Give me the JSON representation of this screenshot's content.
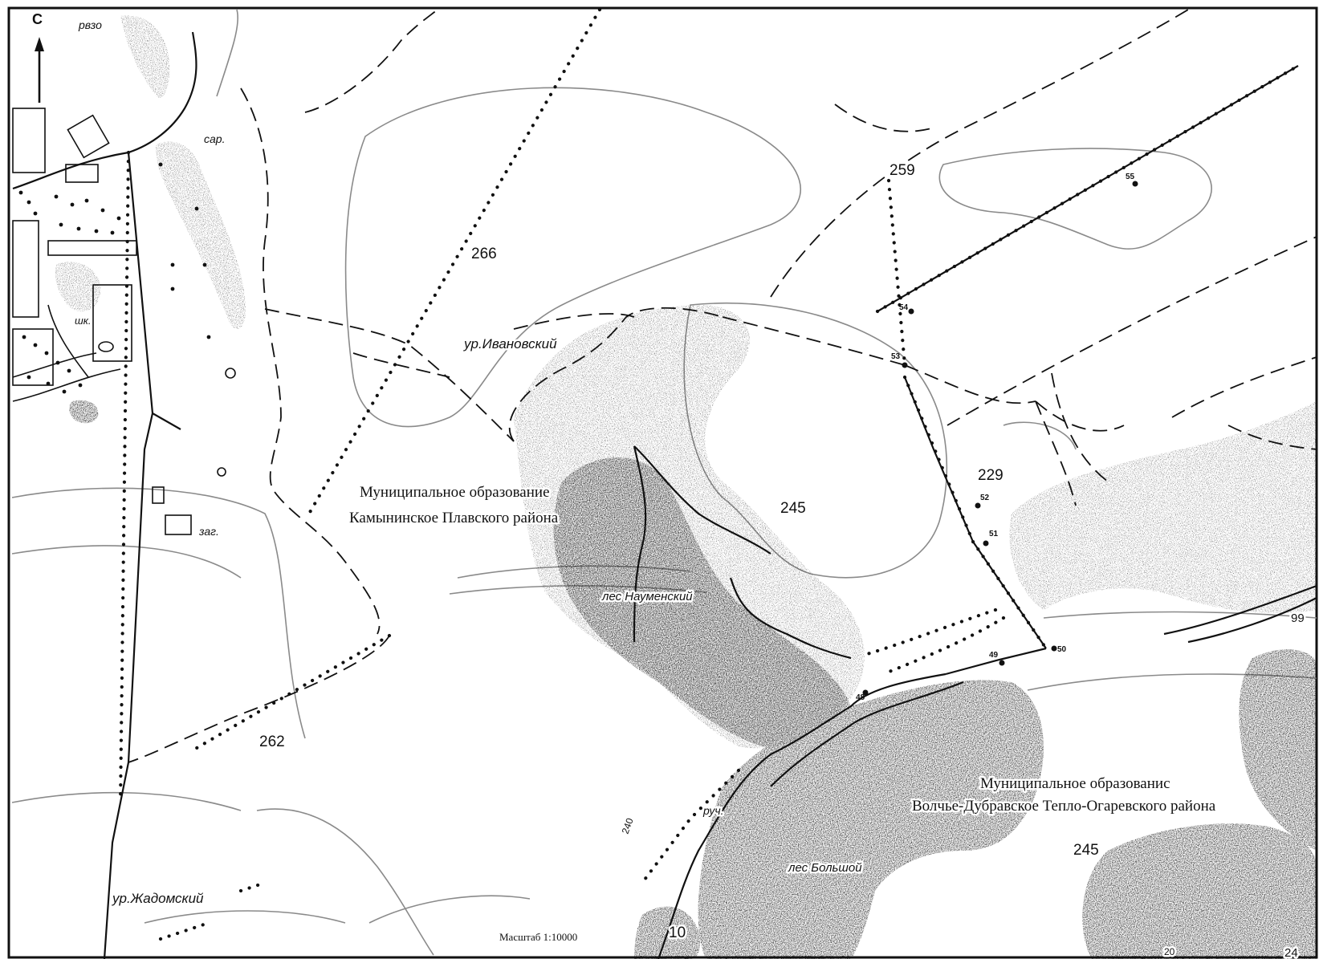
{
  "north_arrow": {
    "label": "С"
  },
  "scale": {
    "label": "Масштаб 1:10000"
  },
  "municipalities": [
    {
      "line1": "Муниципальное образование",
      "line2": "Камынинское Плавского района"
    },
    {
      "line1": "Муниципальное образованис",
      "line2": "Волчье-Дубравское Тепло-Огаревского района"
    }
  ],
  "places": {
    "ivanovsky": "ур.Ивановский",
    "zhadomsky": "ур.Жадомский",
    "naumensky": "лес Науменский",
    "bolshoy": "лес Большой",
    "ruch": "руч.",
    "rvzo": "рвзо",
    "sar": "сар.",
    "zag": "заг.",
    "shk": "шк."
  },
  "parcels": {
    "p266": "266",
    "p259": "259",
    "p245a": "245",
    "p229": "229",
    "p262": "262",
    "p245b": "245",
    "p10": "10",
    "p99": "99",
    "p24": "24",
    "p20": "20",
    "p240": "240"
  },
  "boundary_points": [
    "48",
    "49",
    "50",
    "51",
    "52",
    "53",
    "54",
    "55"
  ],
  "colors": {
    "ink": "#111111",
    "forest": "#2b2b2b",
    "contour": "#8a8a8a",
    "background": "#ffffff"
  }
}
